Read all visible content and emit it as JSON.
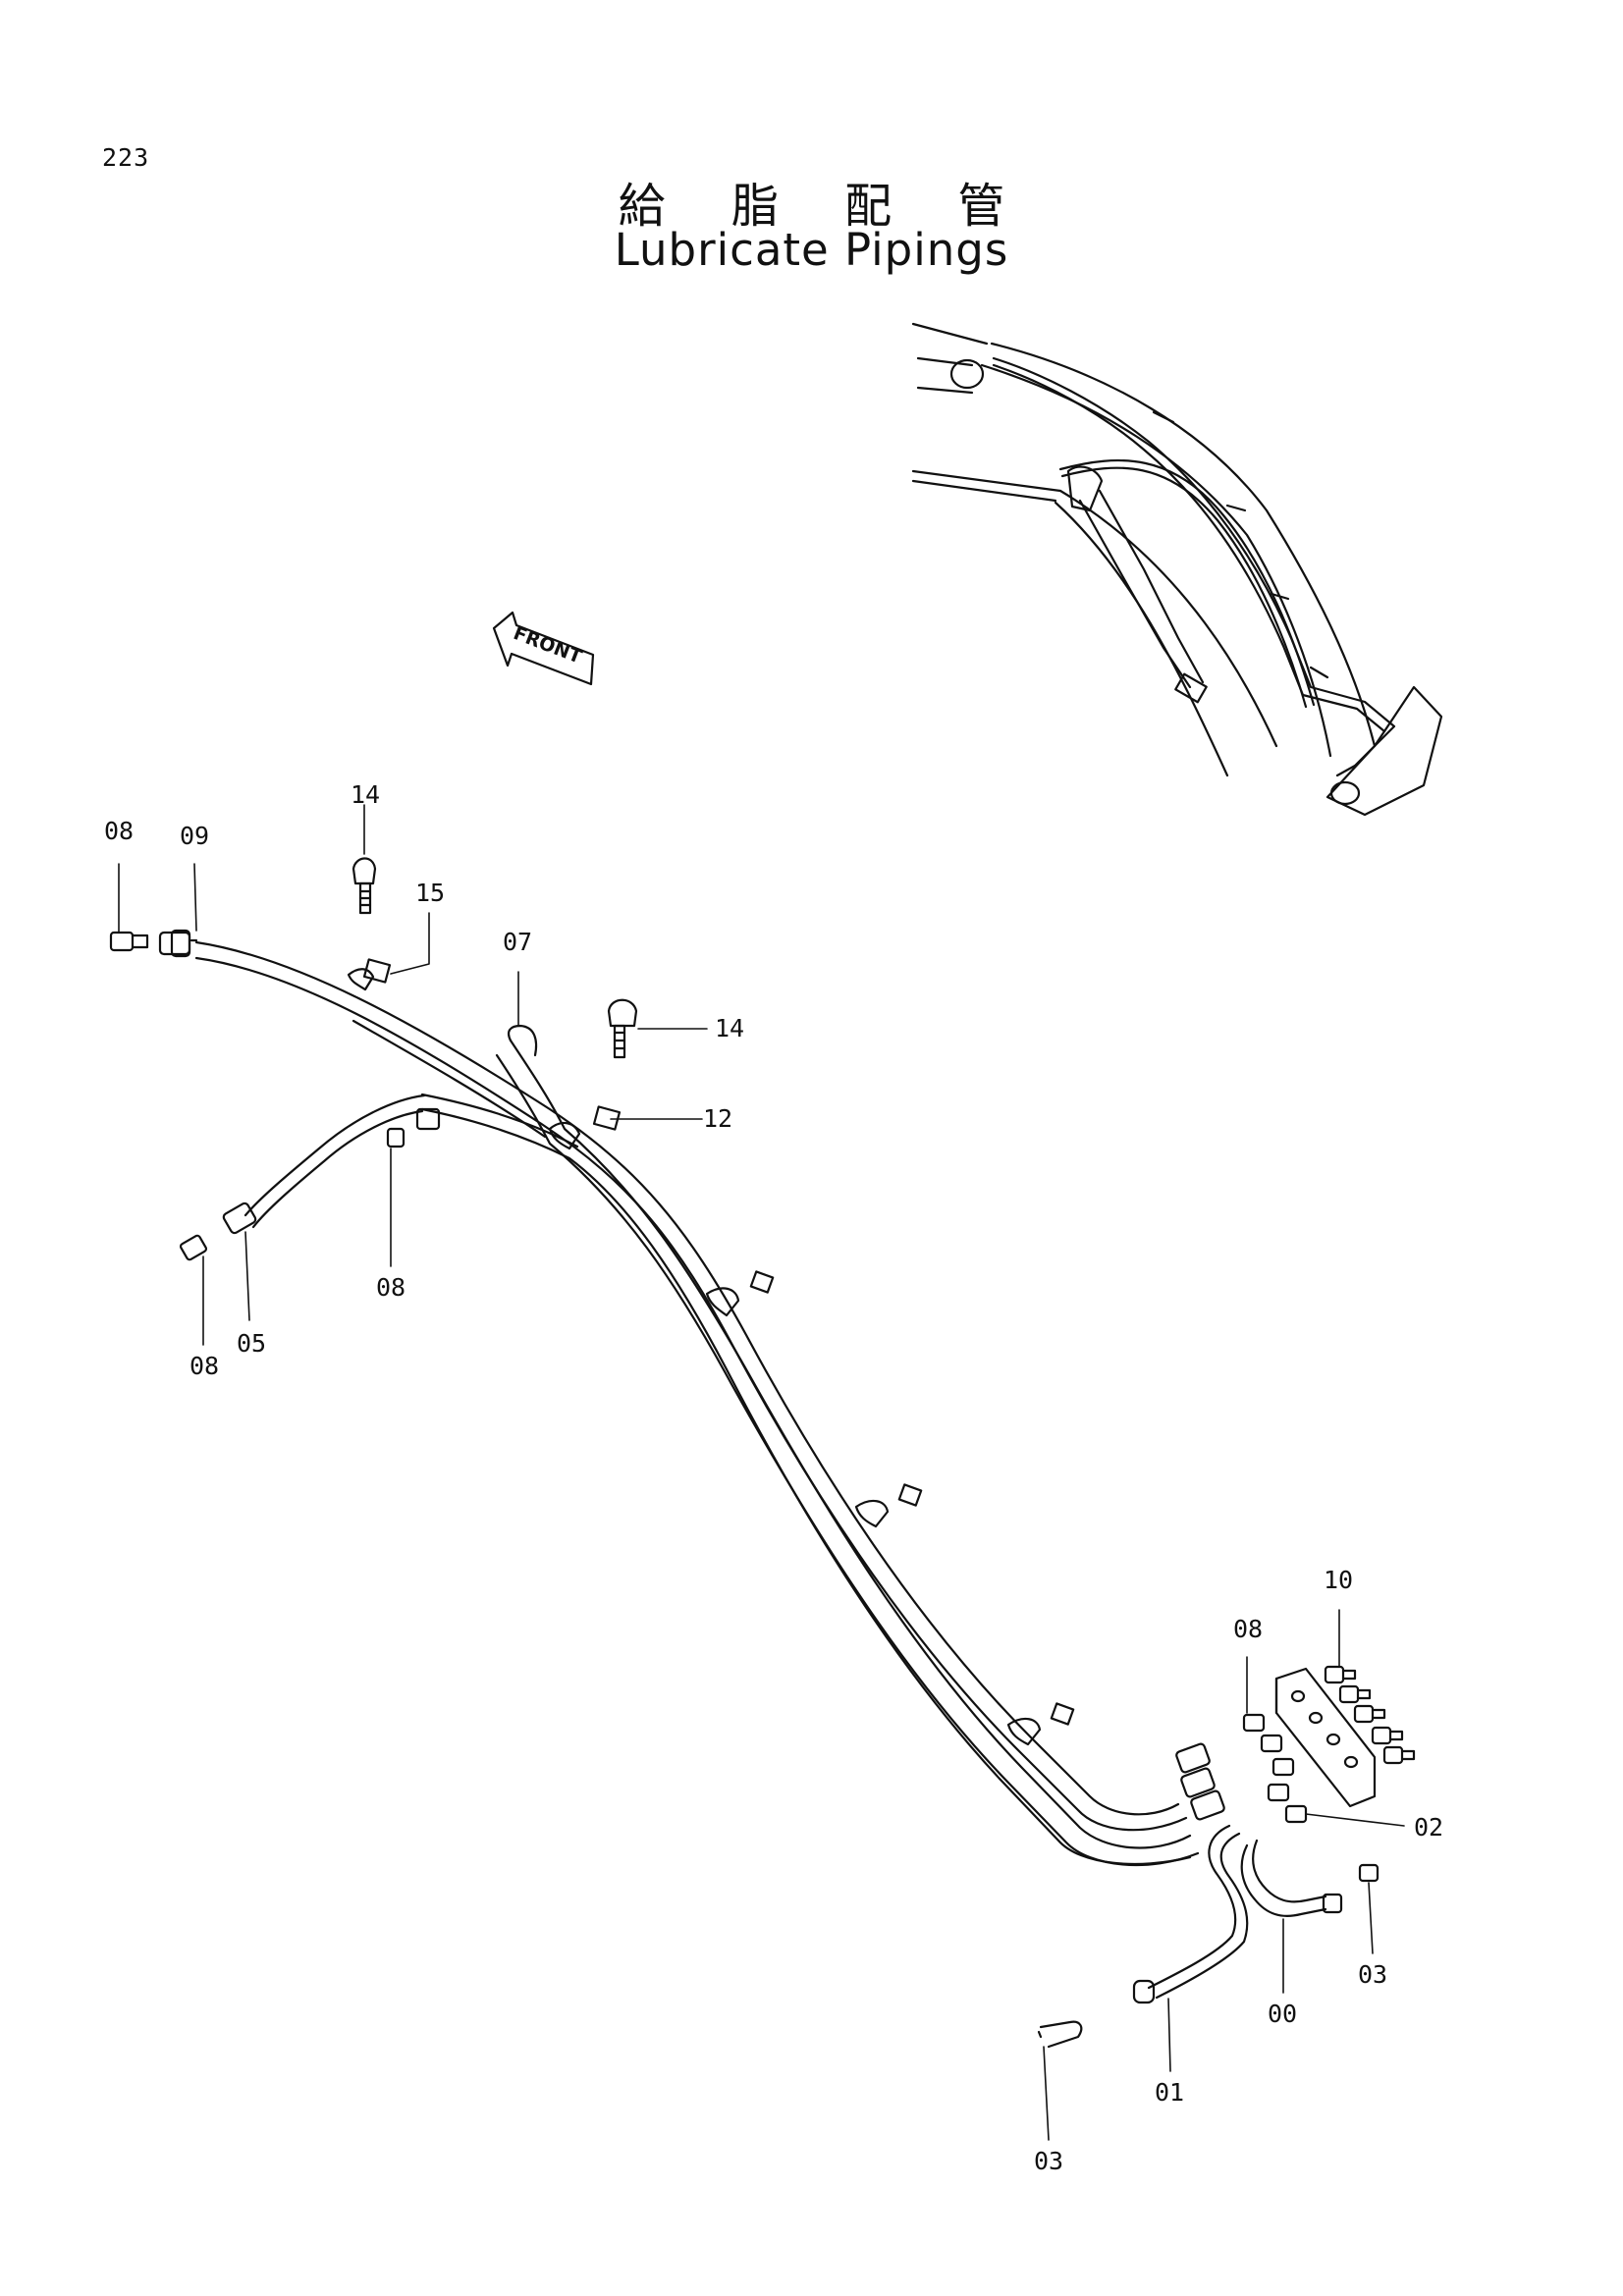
{
  "page_number": "223",
  "title_jp": "給 脂 配 管",
  "title_en": "Lubricate Pipings",
  "front_label": "FRONT",
  "callouts": [
    {
      "id": "c-08-a",
      "text": "08"
    },
    {
      "id": "c-09",
      "text": "09"
    },
    {
      "id": "c-14-a",
      "text": "14"
    },
    {
      "id": "c-15",
      "text": "15"
    },
    {
      "id": "c-07",
      "text": "07"
    },
    {
      "id": "c-14-b",
      "text": "14"
    },
    {
      "id": "c-12",
      "text": "12"
    },
    {
      "id": "c-08-b",
      "text": "08"
    },
    {
      "id": "c-08-c",
      "text": "08"
    },
    {
      "id": "c-05",
      "text": "05"
    },
    {
      "id": "c-10",
      "text": "10"
    },
    {
      "id": "c-08-d",
      "text": "08"
    },
    {
      "id": "c-02",
      "text": "02"
    },
    {
      "id": "c-03-a",
      "text": "03"
    },
    {
      "id": "c-00",
      "text": "00"
    },
    {
      "id": "c-01",
      "text": "01"
    },
    {
      "id": "c-03-b",
      "text": "03"
    }
  ]
}
